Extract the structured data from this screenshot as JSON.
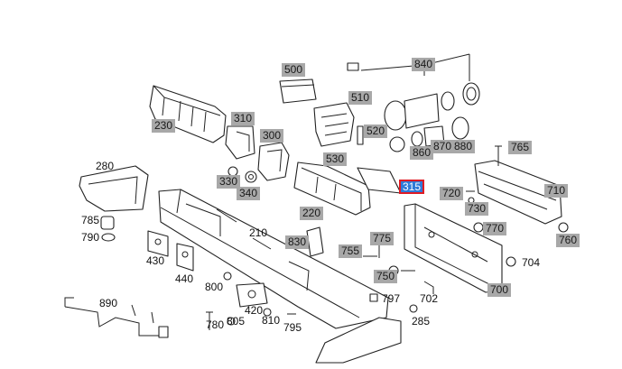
{
  "diagram": {
    "parts": [
      {
        "id": "500",
        "style": "box"
      },
      {
        "id": "840",
        "style": "box"
      },
      {
        "id": "510",
        "style": "box"
      },
      {
        "id": "230",
        "style": "box"
      },
      {
        "id": "310",
        "style": "box"
      },
      {
        "id": "520",
        "style": "box"
      },
      {
        "id": "300",
        "style": "box"
      },
      {
        "id": "860",
        "style": "box"
      },
      {
        "id": "870",
        "style": "box"
      },
      {
        "id": "880",
        "style": "box"
      },
      {
        "id": "765",
        "style": "box"
      },
      {
        "id": "530",
        "style": "box"
      },
      {
        "id": "280",
        "style": "plain"
      },
      {
        "id": "330",
        "style": "box"
      },
      {
        "id": "340",
        "style": "box"
      },
      {
        "id": "315",
        "style": "highlight"
      },
      {
        "id": "720",
        "style": "box"
      },
      {
        "id": "710",
        "style": "box"
      },
      {
        "id": "730",
        "style": "box"
      },
      {
        "id": "220",
        "style": "box"
      },
      {
        "id": "785",
        "style": "plain"
      },
      {
        "id": "770",
        "style": "box"
      },
      {
        "id": "210",
        "style": "plain"
      },
      {
        "id": "790",
        "style": "plain"
      },
      {
        "id": "830",
        "style": "box"
      },
      {
        "id": "775",
        "style": "box"
      },
      {
        "id": "760",
        "style": "box"
      },
      {
        "id": "755",
        "style": "box"
      },
      {
        "id": "430",
        "style": "plain"
      },
      {
        "id": "704",
        "style": "plain"
      },
      {
        "id": "750",
        "style": "box"
      },
      {
        "id": "440",
        "style": "plain"
      },
      {
        "id": "800",
        "style": "plain"
      },
      {
        "id": "700",
        "style": "box"
      },
      {
        "id": "797",
        "style": "plain"
      },
      {
        "id": "702",
        "style": "plain"
      },
      {
        "id": "890",
        "style": "plain"
      },
      {
        "id": "420",
        "style": "plain"
      },
      {
        "id": "285",
        "style": "plain"
      },
      {
        "id": "780",
        "style": "plain"
      },
      {
        "id": "805",
        "style": "plain"
      },
      {
        "id": "810",
        "style": "plain"
      },
      {
        "id": "795",
        "style": "plain"
      }
    ]
  }
}
